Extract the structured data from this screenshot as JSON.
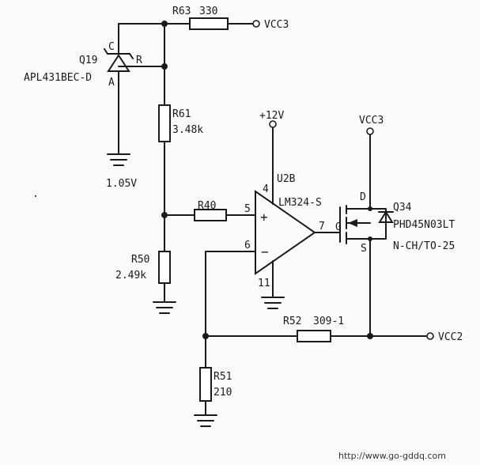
{
  "components": {
    "q19": {
      "ref": "Q19",
      "part": "APL431BEC-D",
      "pin_c": "C",
      "pin_r": "R",
      "pin_a": "A",
      "ref_voltage": "1.05V"
    },
    "r63": {
      "ref": "R63",
      "value": "330"
    },
    "r61": {
      "ref": "R61",
      "value": "3.48k"
    },
    "r40": {
      "ref": "R40"
    },
    "r50": {
      "ref": "R50",
      "value": "2.49k"
    },
    "r52": {
      "ref": "R52",
      "value": "309-1"
    },
    "r51": {
      "ref": "R51",
      "value": "210"
    },
    "u2b": {
      "ref": "U2B",
      "part": "LM324-S",
      "pin_4": "4",
      "pin_5": "5",
      "pin_6": "6",
      "pin_7": "7",
      "pin_11": "11",
      "plus": "+",
      "minus": "−"
    },
    "q34": {
      "ref": "Q34",
      "part": "PHD45N03LT",
      "package": "N-CH/TO-25",
      "pin_d": "D",
      "pin_g": "G",
      "pin_s": "S"
    }
  },
  "nets": {
    "vcc3_top": "VCC3",
    "vcc3_right": "VCC3",
    "plus12v": "+12V",
    "vcc2": "VCC2"
  },
  "watermark": "http://www.go-gddq.com"
}
